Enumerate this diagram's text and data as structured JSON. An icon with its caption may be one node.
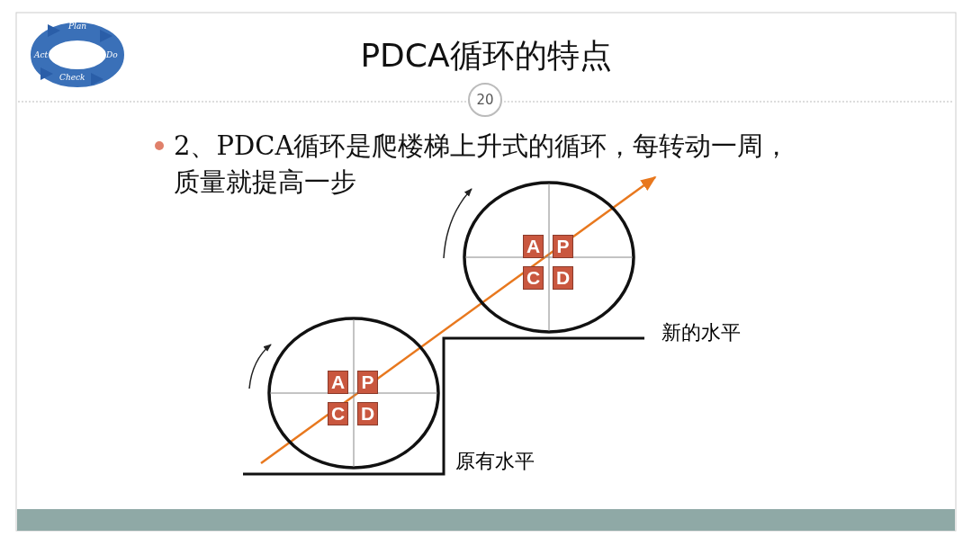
{
  "diagram": {
    "title": "PDCA循环的特点",
    "nodes": [
      {
        "text": [],
        "shape": "circle"
      },
      {
        "text": [
          "A"
        ],
        "in": 0
      },
      {
        "text": [
          "P"
        ],
        "in": 0
      },
      {
        "text": [
          "C"
        ],
        "in": 0
      },
      {
        "text": [
          "D"
        ],
        "in": 0
      },
      {
        "text": [],
        "shape": "circle"
      },
      {
        "text": [
          "A"
        ],
        "in": 5
      },
      {
        "text": [
          "P"
        ],
        "in": 5
      },
      {
        "text": [
          "C"
        ],
        "in": 5
      },
      {
        "text": [
          "D"
        ],
        "in": 5
      }
    ],
    "edges": [],
    "labels": [
      "Plan",
      "Act",
      "Do",
      "Check",
      "20",
      "2、PDCA循环是爬楼梯上升式的循环，每转动一周，质量就提高一步",
      "新的水平",
      "原有水平"
    ]
  }
}
